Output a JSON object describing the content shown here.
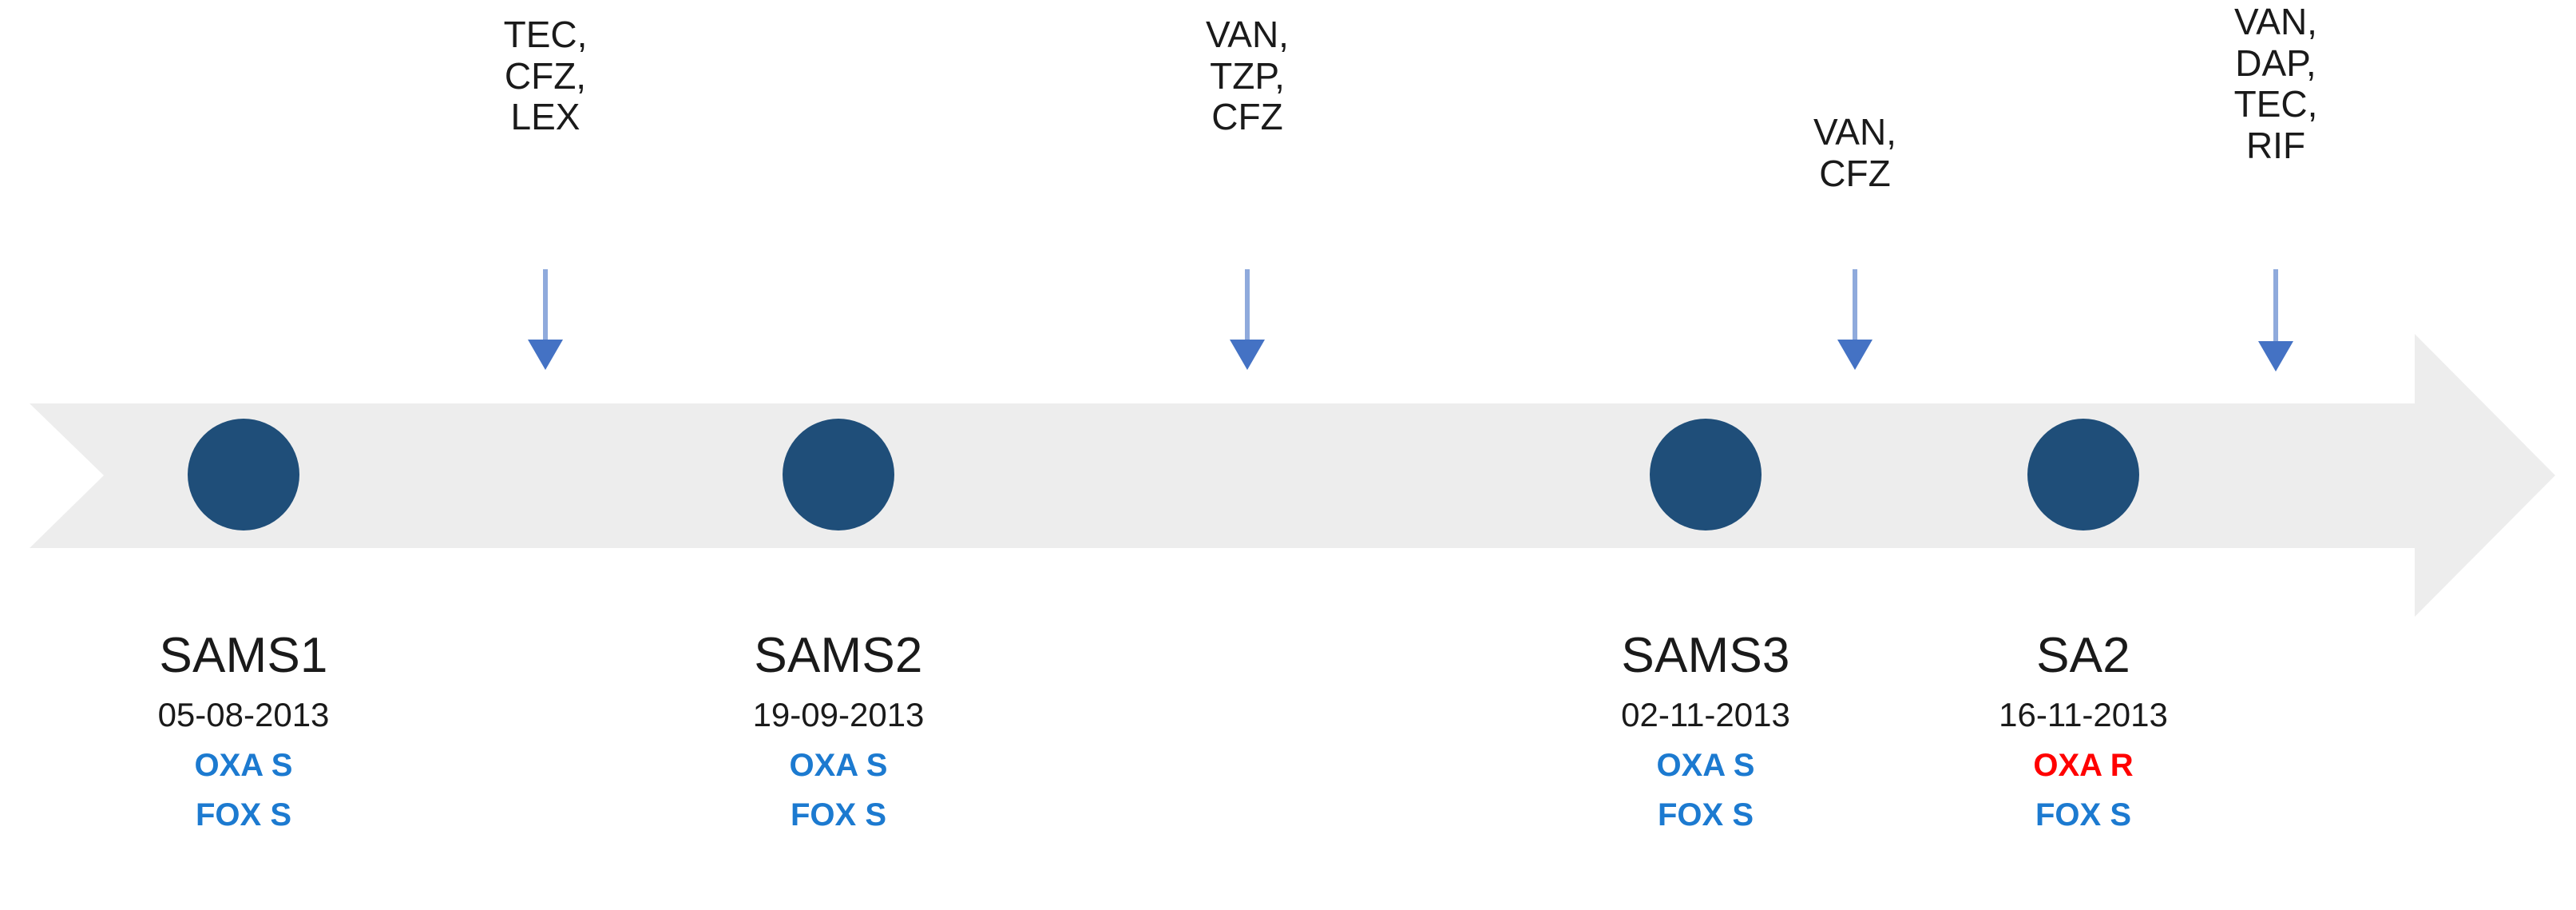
{
  "figure": {
    "type": "clinical-timeline",
    "direction": "left-to-right"
  },
  "colors": {
    "band": "#EDEDED",
    "marker": "#1F4E79",
    "connector_shaft": "#8FAADC",
    "connector_head": "#4472C4",
    "susceptible": "#1C7AD0",
    "resistant": "#FF0000",
    "text": "#1A1A1A"
  },
  "timeline": {
    "nodes": [
      {
        "name": "SAMS1",
        "date": "05-08-2013",
        "results": [
          {
            "label": "OXA S",
            "state": "susceptible"
          },
          {
            "label": "FOX S",
            "state": "susceptible"
          }
        ]
      },
      {
        "name": "SAMS2",
        "date": "19-09-2013",
        "results": [
          {
            "label": "OXA S",
            "state": "susceptible"
          },
          {
            "label": "FOX S",
            "state": "susceptible"
          }
        ]
      },
      {
        "name": "SAMS3",
        "date": "02-11-2013",
        "results": [
          {
            "label": "OXA S",
            "state": "susceptible"
          },
          {
            "label": "FOX S",
            "state": "susceptible"
          }
        ]
      },
      {
        "name": "SA2",
        "date": "16-11-2013",
        "results": [
          {
            "label": "OXA R",
            "state": "resistant"
          },
          {
            "label": "FOX S",
            "state": "susceptible"
          }
        ]
      }
    ],
    "annotations": [
      {
        "lines": [
          "TEC,",
          "CFZ,",
          "LEX"
        ]
      },
      {
        "lines": [
          "VAN,",
          "TZP,",
          "CFZ"
        ]
      },
      {
        "lines": [
          "VAN,",
          "CFZ"
        ]
      },
      {
        "lines": [
          "VAN,",
          "DAP,",
          "TEC,",
          "RIF"
        ]
      }
    ]
  }
}
